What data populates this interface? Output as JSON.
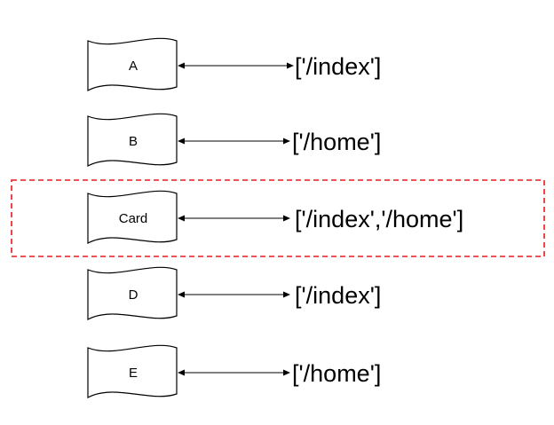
{
  "nodes": [
    {
      "label": "A",
      "routes": "['/index']"
    },
    {
      "label": "B",
      "routes": "['/home']"
    },
    {
      "label": "Card",
      "routes": "['/index','/home']"
    },
    {
      "label": "D",
      "routes": "['/index']"
    },
    {
      "label": "E",
      "routes": "['/home']"
    }
  ],
  "highlight": {
    "node_index": 2,
    "color": "#e8191b"
  }
}
